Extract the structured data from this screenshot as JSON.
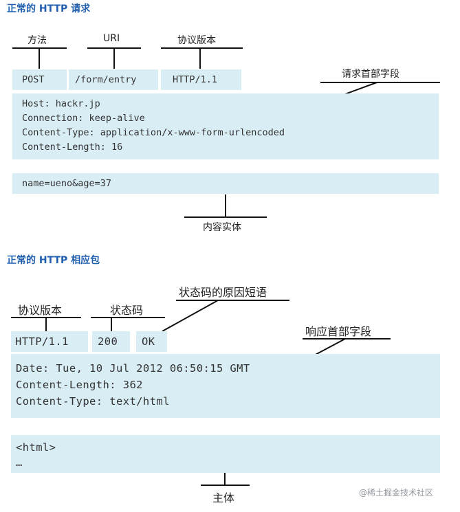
{
  "request": {
    "title": "正常的 HTTP 请求",
    "labels": {
      "method": "方法",
      "uri": "URI",
      "version": "协议版本",
      "headers": "请求首部字段",
      "body": "内容实体"
    },
    "request_line": {
      "method": "POST",
      "uri": "/form/entry",
      "version": "HTTP/1.1"
    },
    "headers": [
      "Host: hackr.jp",
      "Connection: keep-alive",
      "Content-Type: application/x-www-form-urlencoded",
      "Content-Length: 16"
    ],
    "body": "name=ueno&age=37"
  },
  "response": {
    "title": "正常的 HTTP 相应包",
    "labels": {
      "version": "协议版本",
      "status_code": "状态码",
      "reason": "状态码的原因短语",
      "headers": "响应首部字段",
      "body": "主体"
    },
    "status_line": {
      "version": "HTTP/1.1",
      "code": "200",
      "reason": "OK"
    },
    "headers": [
      "Date: Tue, 10 Jul 2012 06:50:15 GMT",
      "Content-Length: 362",
      "Content-Type: text/html"
    ],
    "body": [
      "<html>",
      "…"
    ]
  },
  "watermark": "@稀土掘金技术社区"
}
